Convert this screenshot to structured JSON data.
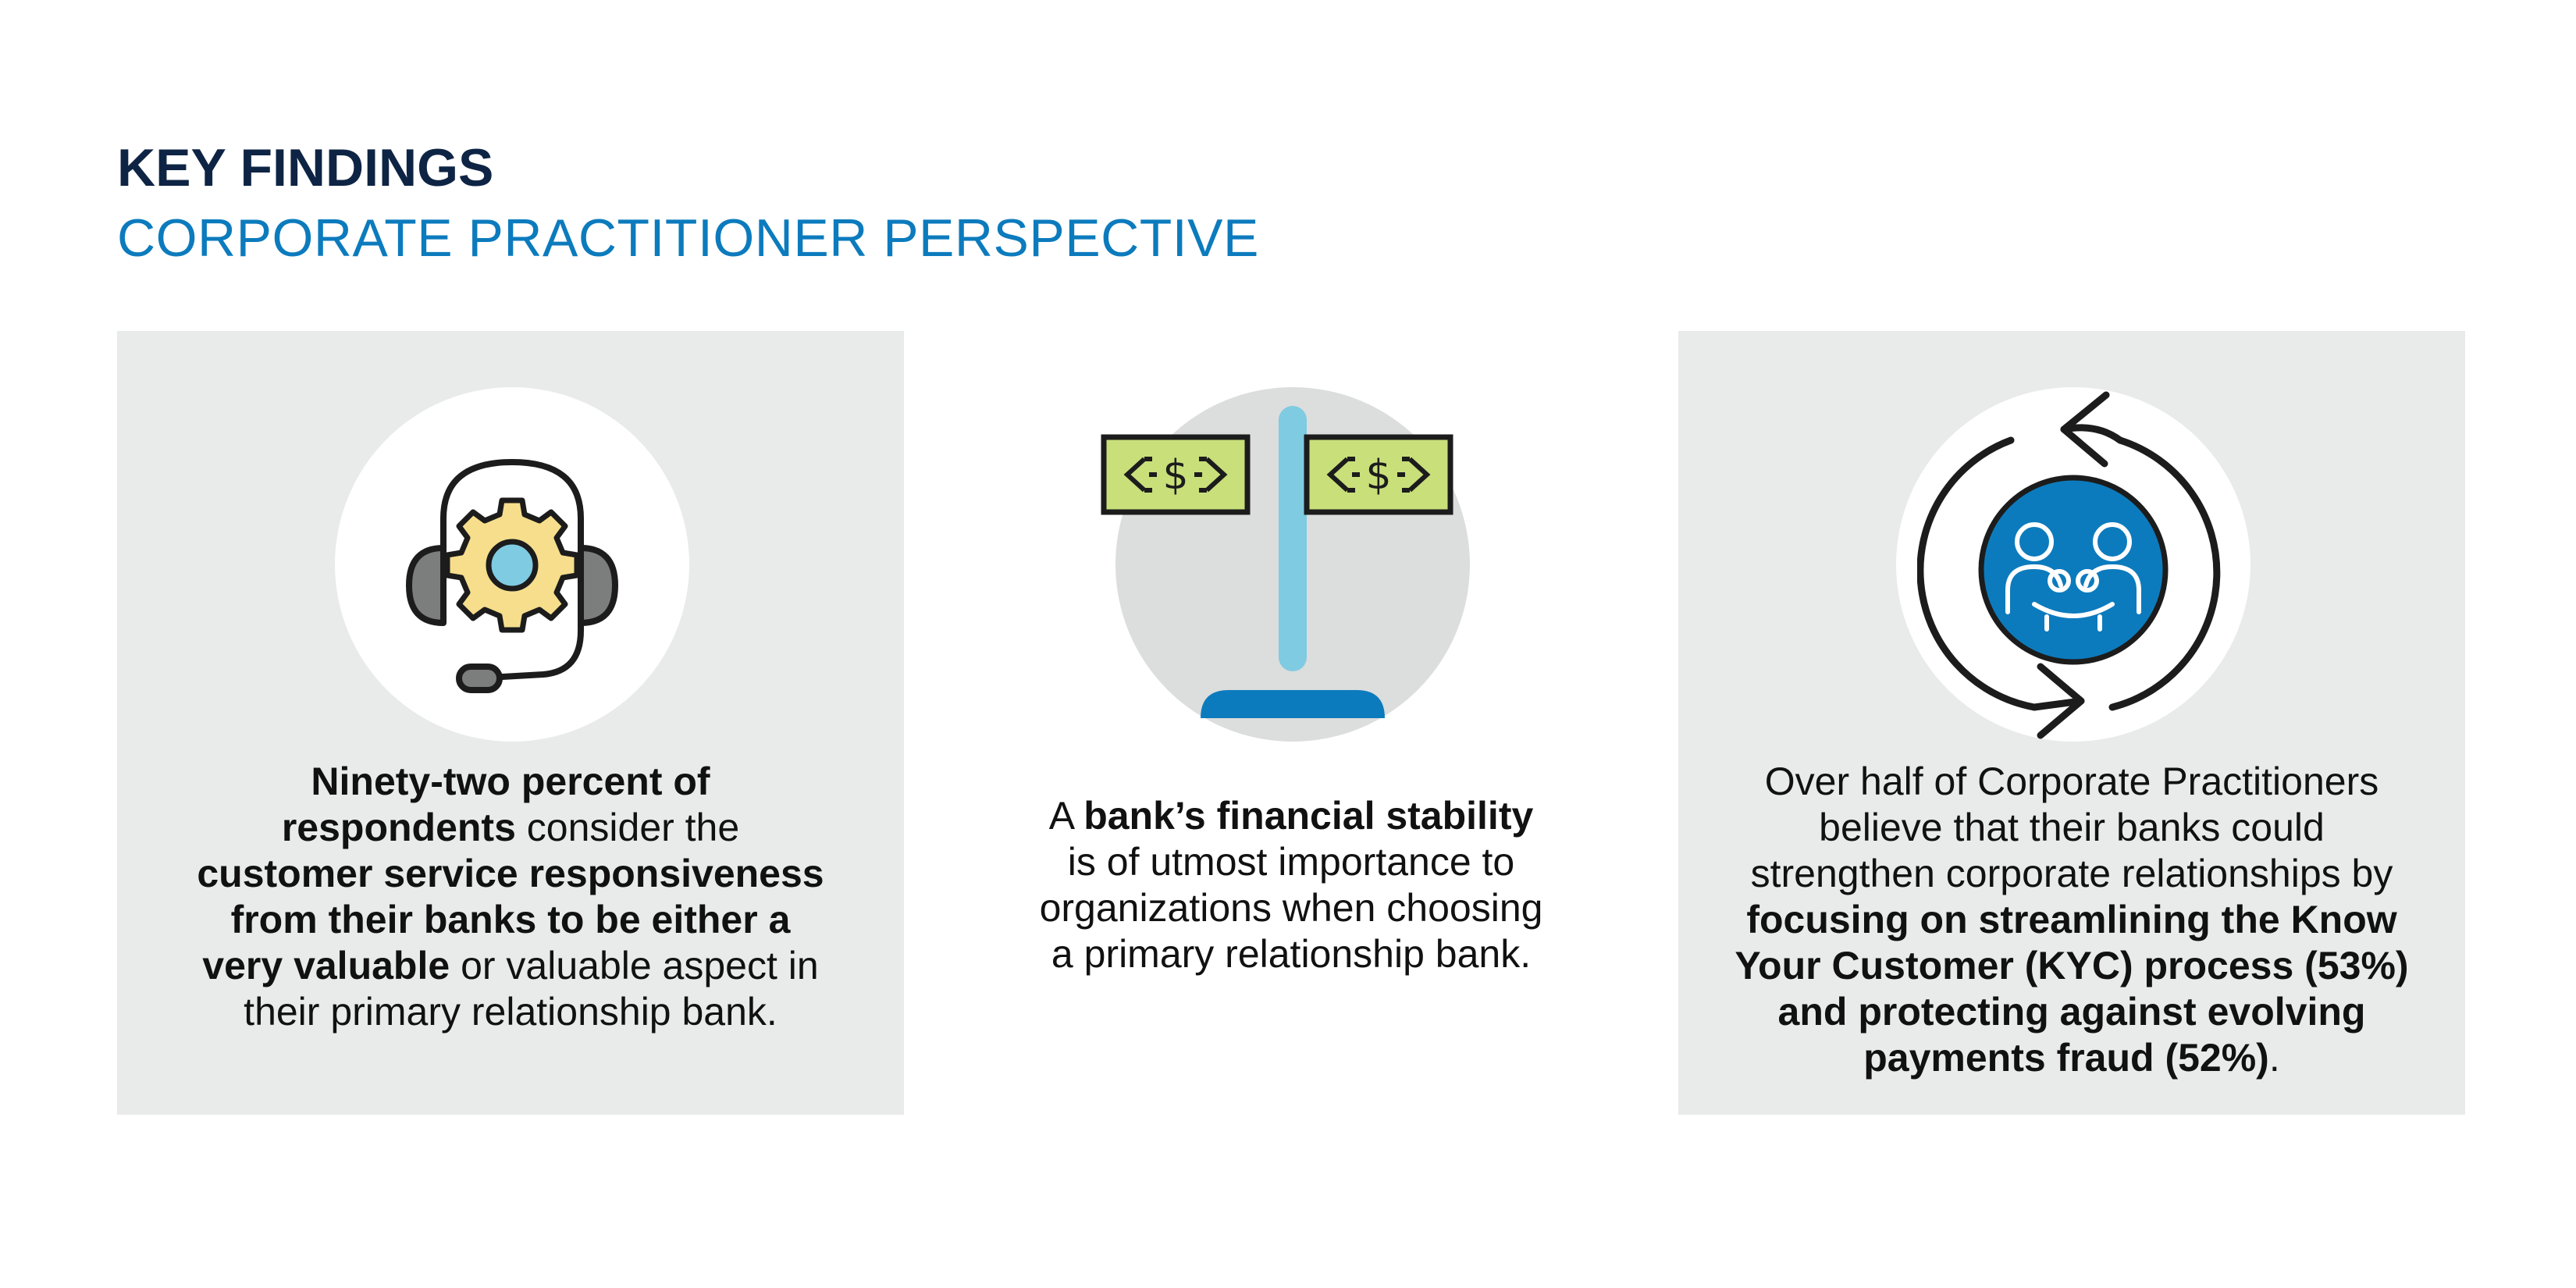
{
  "header": {
    "title": "KEY FINDINGS",
    "subtitle": "CORPORATE PRACTITIONER PERSPECTIVE"
  },
  "colors": {
    "navy": "#0e2444",
    "blue": "#0c7bbd",
    "panel_gray": "#e9eaea",
    "money_green": "#c9df7a",
    "gear_yellow": "#f6de8c",
    "light_blue": "#7fcbe2"
  },
  "findings": [
    {
      "icon": "headset-gear-icon",
      "lines": [
        {
          "b": "Ninety-two percent of",
          "r": ""
        },
        {
          "b": "respondents",
          "r": " consider the"
        },
        {
          "b": "customer service responsiveness",
          "r": ""
        },
        {
          "b": "from their banks to be either a",
          "r": ""
        },
        {
          "b": "very valuable",
          "r": " or valuable aspect in"
        },
        {
          "b": "",
          "r": "their primary relationship bank."
        }
      ]
    },
    {
      "icon": "money-signpost-icon",
      "lines": [
        {
          "r1": "A ",
          "b": "bank’s financial stability",
          "r": ""
        },
        {
          "r1": "",
          "b": "",
          "r": "is of utmost importance to"
        },
        {
          "r1": "",
          "b": "",
          "r": "organizations when choosing"
        },
        {
          "r1": "",
          "b": "",
          "r": "a primary relationship bank."
        }
      ]
    },
    {
      "icon": "family-refresh-icon",
      "lines": [
        {
          "b": "",
          "r": "Over half of Corporate Practitioners"
        },
        {
          "b": "",
          "r": "believe that their banks could"
        },
        {
          "b": "",
          "r": "strengthen corporate relationships by"
        },
        {
          "b": "focusing on streamlining the Know",
          "r": ""
        },
        {
          "b": "Your Customer (KYC) process (53%)",
          "r": ""
        },
        {
          "b": "and protecting against evolving",
          "r": ""
        },
        {
          "b": "payments fraud (52%)",
          "r": "."
        }
      ]
    }
  ]
}
